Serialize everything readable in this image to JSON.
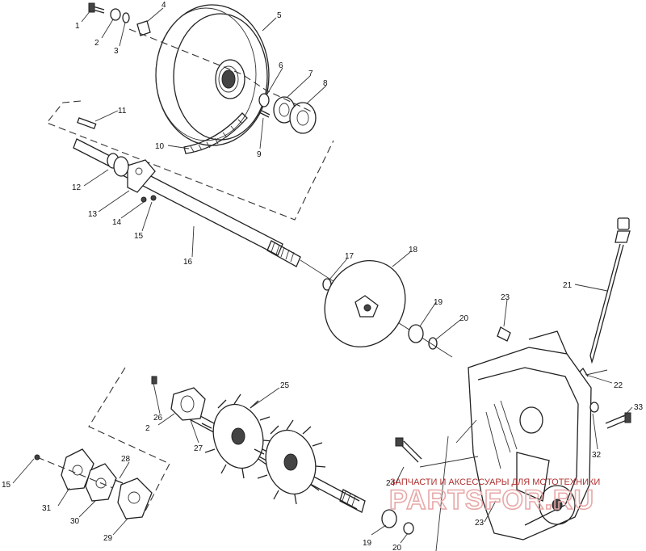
{
  "callouts": [
    "1",
    "2",
    "3",
    "4",
    "5",
    "6",
    "7",
    "8",
    "9",
    "10",
    "11",
    "12",
    "13",
    "14",
    "15",
    "16",
    "17",
    "18",
    "19",
    "20",
    "21",
    "22",
    "23",
    "24",
    "25",
    "26",
    "27",
    "28",
    "29",
    "30",
    "31",
    "32",
    "33"
  ],
  "extra_labels": {
    "label_15b": "15",
    "label_19b": "19",
    "label_20b": "20",
    "label_23b": "23",
    "label_2b": "2"
  },
  "watermark": {
    "line1": "ЗАПЧАСТИ И АКСЕССУАРЫ ДЛЯ МОТОТЕХНИКИ",
    "line2": "PARTSFOR.RU"
  }
}
